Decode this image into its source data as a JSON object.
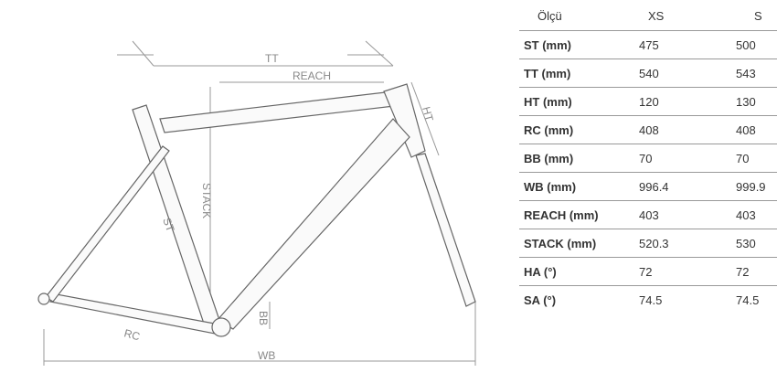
{
  "diagram": {
    "labels": {
      "tt": "TT",
      "reach": "REACH",
      "ht": "HT",
      "stack": "STACK",
      "st": "ST",
      "rc": "RC",
      "bb": "BB",
      "wb": "WB"
    }
  },
  "table": {
    "headers": [
      "Ölçü",
      "XS",
      "S"
    ],
    "rows": [
      {
        "label": "ST (mm)",
        "xs": "475",
        "s": "500"
      },
      {
        "label": "TT (mm)",
        "xs": "540",
        "s": "543"
      },
      {
        "label": "HT (mm)",
        "xs": "120",
        "s": "130"
      },
      {
        "label": "RC (mm)",
        "xs": "408",
        "s": "408"
      },
      {
        "label": "BB (mm)",
        "xs": "70",
        "s": "70"
      },
      {
        "label": "WB (mm)",
        "xs": "996.4",
        "s": "999.9"
      },
      {
        "label": "REACH (mm)",
        "xs": "403",
        "s": "403"
      },
      {
        "label": "STACK (mm)",
        "xs": "520.3",
        "s": "530"
      },
      {
        "label": "HA (°)",
        "xs": "72",
        "s": "72"
      },
      {
        "label": "SA (°)",
        "xs": "74.5",
        "s": "74.5"
      }
    ]
  }
}
